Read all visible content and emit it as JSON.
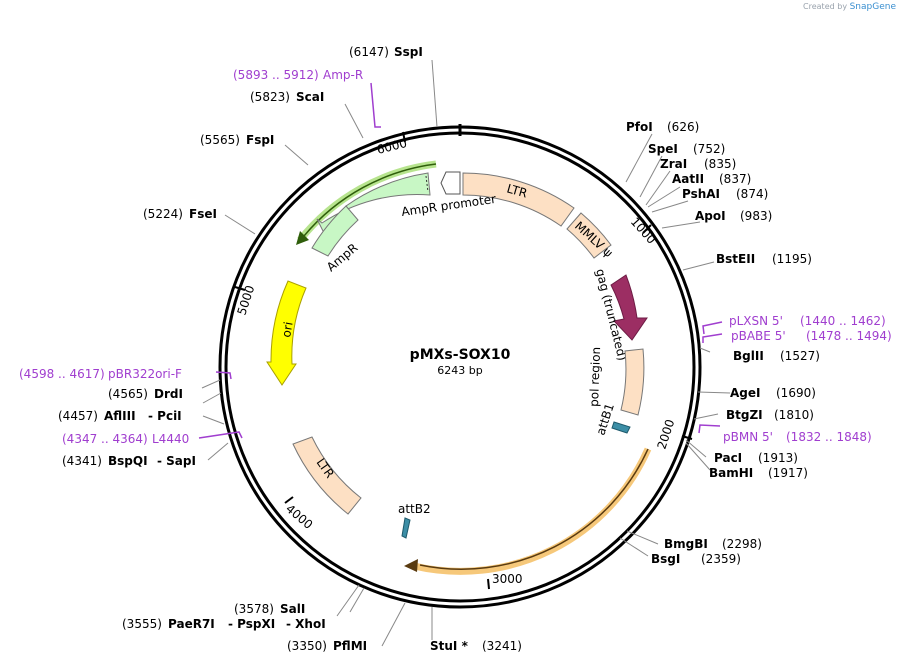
{
  "branding": {
    "prefix": "Created by",
    "name": "SnapGene"
  },
  "plasmid": {
    "name": "pMXs-SOX10",
    "size": "6243 bp"
  },
  "ticks": [
    "1000",
    "2000",
    "3000",
    "4000",
    "5000",
    "6000"
  ],
  "enzymes": [
    {
      "name": "SspI",
      "pos": "(6147)"
    },
    {
      "name": "ScaI",
      "pos": "(5823)"
    },
    {
      "name": "FspI",
      "pos": "(5565)"
    },
    {
      "name": "FseI",
      "pos": "(5224)"
    },
    {
      "name": "PfoI",
      "pos": "(626)"
    },
    {
      "name": "SpeI",
      "pos": "(752)"
    },
    {
      "name": "ZraI",
      "pos": "(835)"
    },
    {
      "name": "AatII",
      "pos": "(837)"
    },
    {
      "name": "PshAI",
      "pos": "(874)"
    },
    {
      "name": "ApoI",
      "pos": "(983)"
    },
    {
      "name": "BstEII",
      "pos": "(1195)"
    },
    {
      "name": "BglII",
      "pos": "(1527)"
    },
    {
      "name": "AgeI",
      "pos": "(1690)"
    },
    {
      "name": "BtgZI",
      "pos": "(1810)"
    },
    {
      "name": "PacI",
      "pos": "(1913)"
    },
    {
      "name": "BamHI",
      "pos": "(1917)"
    },
    {
      "name": "BmgBI",
      "pos": "(2298)"
    },
    {
      "name": "BsgI",
      "pos": "(2359)"
    },
    {
      "name": "StuI *",
      "pos": "(3241)"
    },
    {
      "name": "PflMI",
      "pos": "(3350)"
    },
    {
      "name": "SalI",
      "pos": "(3578)"
    },
    {
      "name": "PaeR7I",
      "pos": "(3555)"
    },
    {
      "name": "- PspXI",
      "pos": ""
    },
    {
      "name": "- XhoI",
      "pos": ""
    },
    {
      "name": "BspQI",
      "pos": "(4341)"
    },
    {
      "name": "- SapI",
      "pos": ""
    },
    {
      "name": "AflIII",
      "pos": "(4457)"
    },
    {
      "name": "- PciI",
      "pos": ""
    },
    {
      "name": "DrdI",
      "pos": "(4565)"
    }
  ],
  "primers": [
    {
      "name": "Amp-R",
      "range": "(5893 .. 5912)"
    },
    {
      "name": "pLXSN 5'",
      "range": "(1440 .. 1462)"
    },
    {
      "name": "pBABE 5'",
      "range": "(1478 .. 1494)"
    },
    {
      "name": "pBMN 5'",
      "range": "(1832 .. 1848)"
    },
    {
      "name": "pBR322ori-F",
      "range": "(4598 .. 4617)"
    },
    {
      "name": "L4440",
      "range": "(4347 .. 4364)"
    }
  ],
  "features": {
    "ltr1": "LTR",
    "mmlv": "MMLV ψ",
    "gag": "gag (truncated)",
    "pol": "pol region",
    "attb1": "attB1",
    "attb2": "attB2",
    "ltr2": "LTR",
    "ori": "ori",
    "ampr": "AmpR",
    "ampr_promoter": "AmpR promoter"
  },
  "colors": {
    "ltr": "#fde0c4",
    "mmlv": "#fde0c4",
    "gag": "#9c2e63",
    "ori": "#ffff00",
    "ampr": "#c8f7c5",
    "insert_highlight": "#f6c87a",
    "primer": "#a03ecf",
    "att": "#3c8ea6"
  }
}
